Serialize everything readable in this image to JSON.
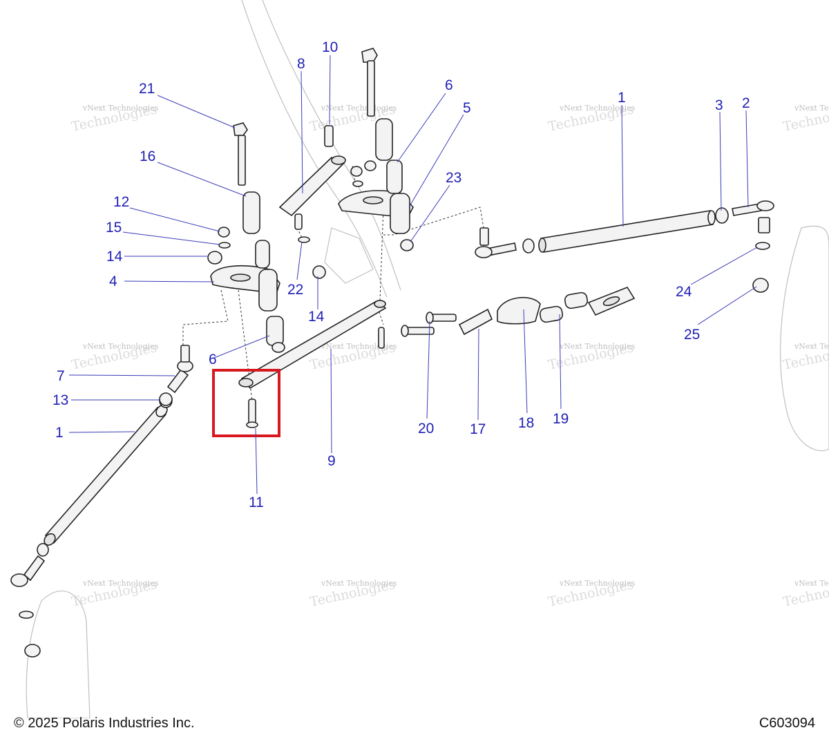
{
  "copyright": "© 2025 Polaris Industries Inc.",
  "diagram_id": "C603094",
  "watermark": {
    "line1": "vNext Technologies",
    "line2": "Technologies"
  },
  "callouts": {
    "c1a": "1",
    "c1b": "1",
    "c2": "2",
    "c3": "3",
    "c4": "4",
    "c5": "5",
    "c6a": "6",
    "c6b": "6",
    "c7": "7",
    "c8": "8",
    "c9": "9",
    "c10": "10",
    "c11": "11",
    "c12": "12",
    "c13": "13",
    "c14a": "14",
    "c14b": "14",
    "c15": "15",
    "c16": "16",
    "c17": "17",
    "c18": "18",
    "c19": "19",
    "c20": "20",
    "c21": "21",
    "c22": "22",
    "c23": "23",
    "c24": "24",
    "c25": "25"
  },
  "highlight_color": "#d7191f",
  "callout_color": "#1f1fb4"
}
